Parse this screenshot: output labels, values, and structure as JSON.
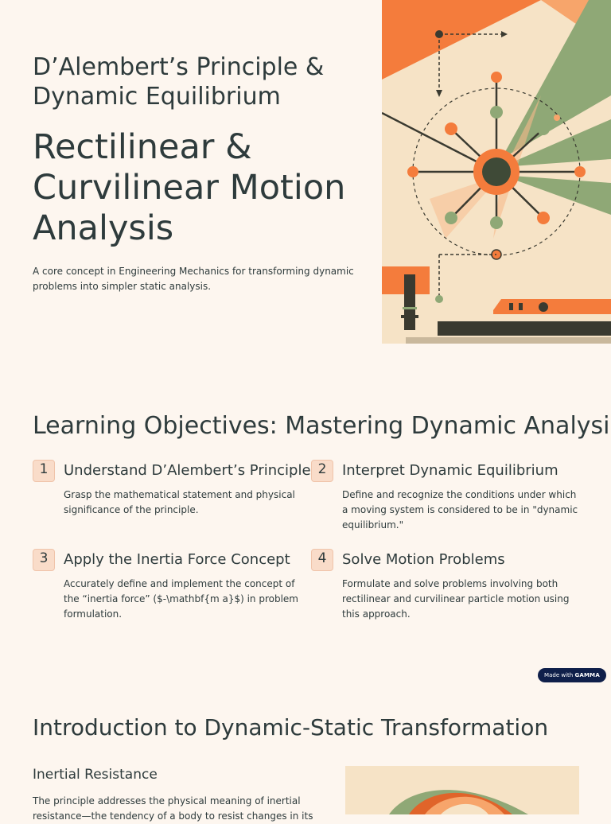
{
  "hero": {
    "subtitle": "D’Alembert’s Principle & Dynamic Equilibrium",
    "title": "Rectilinear & Curvilinear Motion Analysis",
    "intro": "A core concept in Engineering Mechanics for transforming dynamic problems into simpler static analysis.",
    "illustration": "dynamic-equilibrium-illustration"
  },
  "objectives": {
    "title": "Learning Objectives: Mastering Dynamic Analysis",
    "items": [
      {
        "num": "1",
        "heading": "Understand D’Alembert’s Principle",
        "desc": "Grasp the mathematical statement and physical significance of the principle."
      },
      {
        "num": "2",
        "heading": "Interpret Dynamic Equilibrium",
        "desc": "Define and recognize the conditions under which a moving system is considered to be in \"dynamic equilibrium.\""
      },
      {
        "num": "3",
        "heading": "Apply the Inertia Force Concept",
        "desc": "Accurately define and implement the concept of the “inertia force” ($-\\mathbf{m a}$) in problem formulation."
      },
      {
        "num": "4",
        "heading": "Solve Motion Problems",
        "desc": "Formulate and solve problems involving both rectilinear and curvilinear particle motion using this approach."
      }
    ]
  },
  "badge": {
    "prefix": "Made with",
    "brand": "GAMMA"
  },
  "section3": {
    "title": "Introduction to Dynamic-Static Transformation",
    "subheading": "Inertial Resistance",
    "text": "The principle addresses the physical meaning of inertial resistance—the tendency of a body to resist changes in its"
  },
  "colors": {
    "background": "#fdf6ef",
    "accent": "#f47c3c",
    "green": "#8fa876",
    "dark": "#3a3a30",
    "badge": "#0f1f4a"
  }
}
